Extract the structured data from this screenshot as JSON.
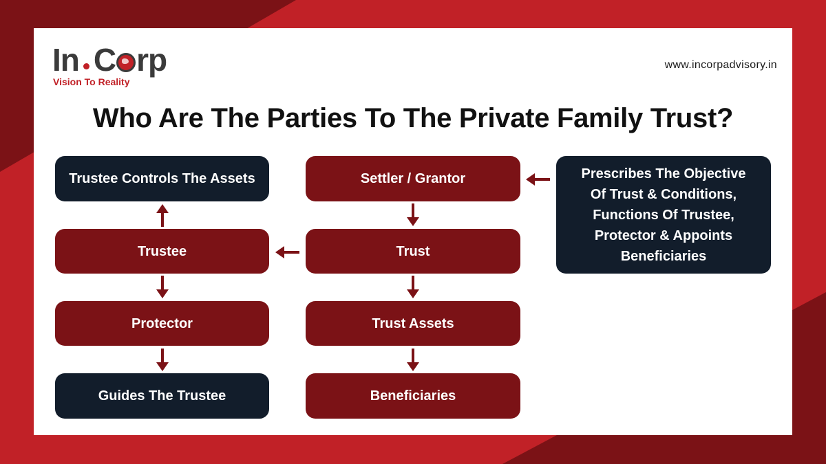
{
  "logo": {
    "part1": "In",
    "part2": "C",
    "part3": "rp",
    "tagline": "Vision To Reality"
  },
  "website": "www.incorpadvisory.in",
  "title": "Who Are The Parties To The Private Family Trust?",
  "colors": {
    "primary_red": "#c12127",
    "dark_red": "#7b1216",
    "navy": "#121d2b",
    "background": "#ffffff"
  },
  "diagram": {
    "left_column": {
      "trustee_controls": "Trustee Controls The Assets",
      "trustee": "Trustee",
      "protector": "Protector",
      "guides_trustee": "Guides The Trustee"
    },
    "middle_column": {
      "settler": "Settler / Grantor",
      "trust": "Trust",
      "trust_assets": "Trust Assets",
      "beneficiaries": "Beneficiaries"
    },
    "right_box": {
      "lines": [
        "Prescribes The Objective",
        "Of Trust & Conditions,",
        "Functions Of Trustee,",
        "Protector & Appoints",
        "Beneficiaries"
      ]
    },
    "connections": [
      {
        "from": "Prescribes box",
        "to": "Settler / Grantor"
      },
      {
        "from": "Settler / Grantor",
        "to": "Trust"
      },
      {
        "from": "Trust",
        "to": "Trustee"
      },
      {
        "from": "Trust",
        "to": "Trust Assets"
      },
      {
        "from": "Trust Assets",
        "to": "Beneficiaries"
      },
      {
        "from": "Trustee",
        "to": "Trustee Controls The Assets"
      },
      {
        "from": "Trustee",
        "to": "Protector"
      },
      {
        "from": "Protector",
        "to": "Guides The Trustee"
      }
    ]
  }
}
